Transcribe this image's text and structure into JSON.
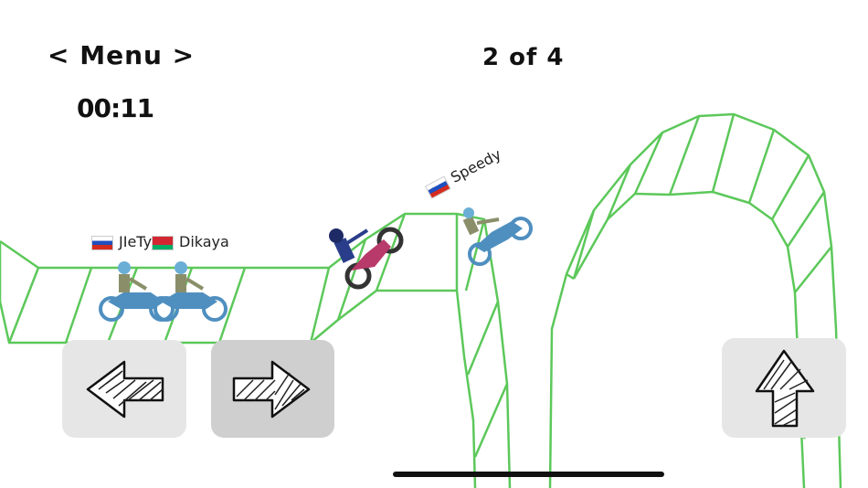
{
  "hud": {
    "menu_label": "< Menu >",
    "timer": "00:11",
    "lap_counter": "2 of 4"
  },
  "players": [
    {
      "name": "JIeTyY",
      "flag": "russia"
    },
    {
      "name": "Dikaya",
      "flag": "belarus"
    },
    {
      "name": "Speedy",
      "flag": "russia"
    }
  ],
  "controls": {
    "left": "arrow-left-icon",
    "right": "arrow-right-icon",
    "up": "arrow-up-icon"
  },
  "colors": {
    "track": "#5cc85a",
    "button_bg": "#e6e6e6",
    "button_pressed_bg": "#cfcfcf",
    "bike_blue": "#4f8fc0"
  }
}
